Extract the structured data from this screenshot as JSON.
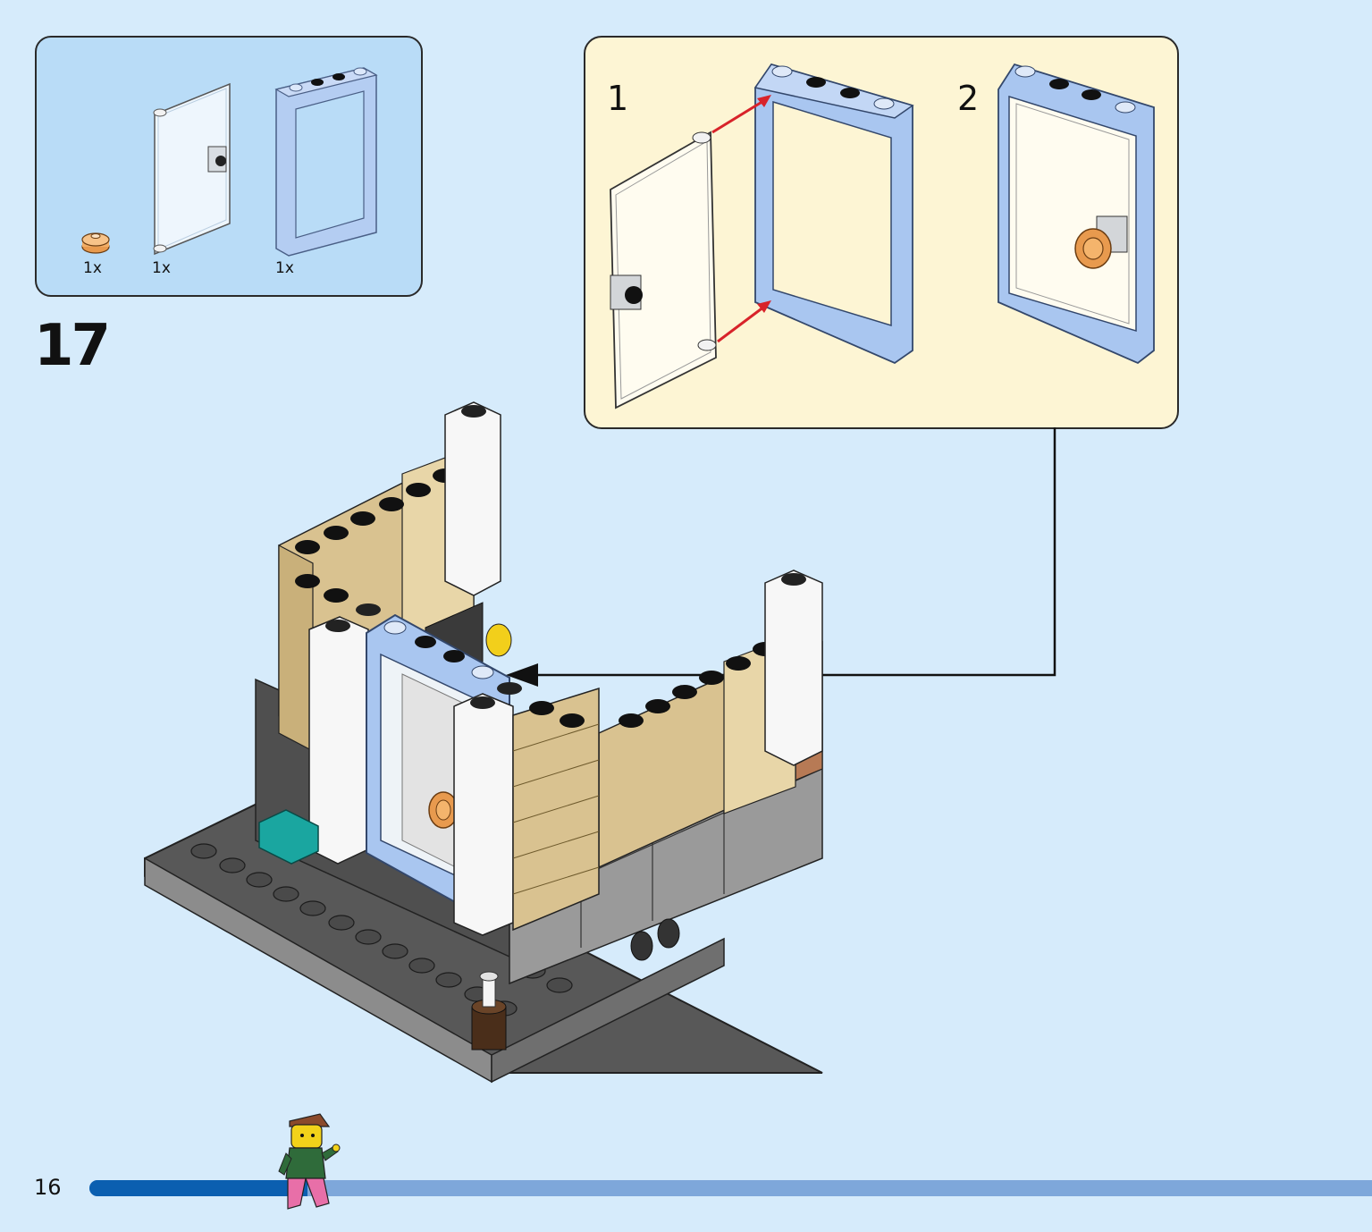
{
  "page": {
    "number": "16",
    "step": "17"
  },
  "parts_list": {
    "items": [
      {
        "part": "round-tile-1x1-bright-orange",
        "quantity": "1x"
      },
      {
        "part": "door-1x4x6-transparent",
        "quantity": "1x"
      },
      {
        "part": "door-frame-1x4x6-light-blue",
        "quantity": "1x"
      }
    ]
  },
  "sub_steps": [
    {
      "label": "1"
    },
    {
      "label": "2"
    }
  ],
  "progress": {
    "fraction": 0.17
  },
  "colors": {
    "background": "#d6ebfb",
    "parts_panel": "#b9dcf7",
    "substep_panel": "#fdf5d4",
    "progress_fill": "#0b5fb0",
    "progress_track": "#7ea7da",
    "callout_arrow": "#d8232a",
    "frame_blue": "#a9c6f0",
    "tan": "#e2cc98",
    "dark_gray": "#6b6b6b",
    "light_gray": "#a7a7a7"
  }
}
